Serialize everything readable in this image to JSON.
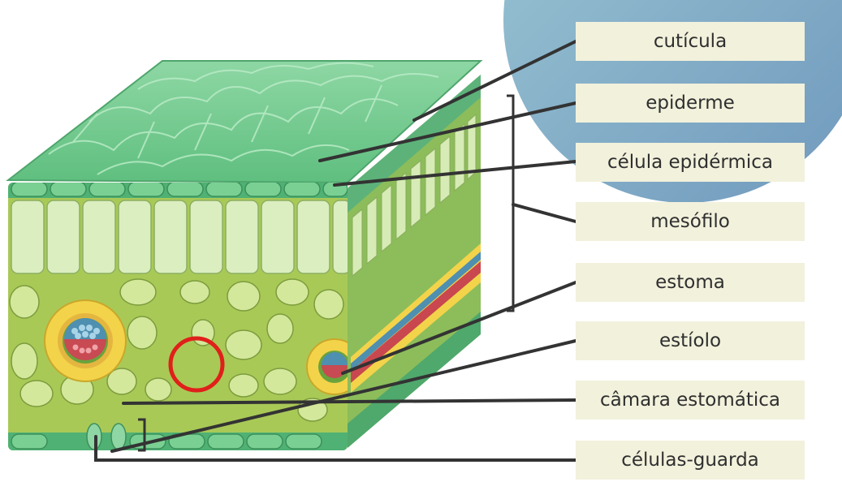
{
  "labels": [
    "cutícula",
    "epiderme",
    "célula epidérmica",
    "mesófilo",
    "estoma",
    "estíolo",
    "câmara estomática",
    "células-guarda"
  ],
  "colors": {
    "circle_accent": "#7fb0c7",
    "label_bg": "#f2f1dc",
    "leader_line": "#333333",
    "highlight_ring": "#e0201a",
    "cuticle_green": "#6fc98a",
    "palisade": "#dbeec0",
    "spongy": "#a9c957",
    "xylem": "#5b9bb0",
    "phloem": "#c84a52",
    "bundle_sheath": "#f2d750"
  }
}
